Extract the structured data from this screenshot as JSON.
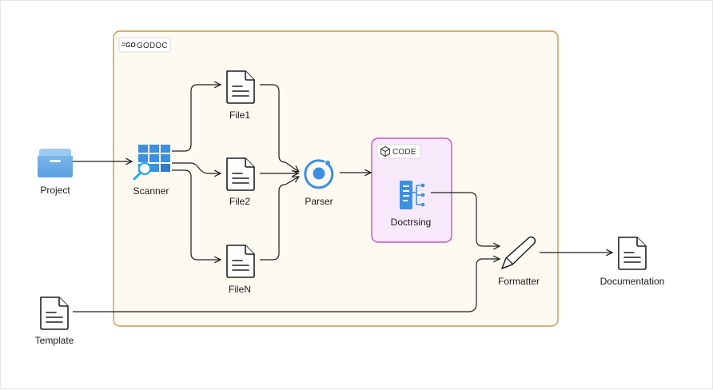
{
  "groups": {
    "godoc": {
      "tag": "GODOC",
      "tag_icon": "go-logo-icon",
      "fill": "#fdfaf2",
      "border": "#c79a4a"
    },
    "code": {
      "tag": "CODE",
      "tag_icon": "cube-icon",
      "fill": "#f7e9f9",
      "border": "#c455cf"
    }
  },
  "nodes": {
    "project": {
      "label": "Project",
      "icon": "folder-icon"
    },
    "template": {
      "label": "Template",
      "icon": "document-icon"
    },
    "scanner": {
      "label": "Scanner",
      "icon": "grid-search-icon"
    },
    "file1": {
      "label": "File1",
      "icon": "document-icon"
    },
    "file2": {
      "label": "File2",
      "icon": "document-icon"
    },
    "fileN": {
      "label": "FileN",
      "icon": "document-icon"
    },
    "parser": {
      "label": "Parser",
      "icon": "ionic-ring-icon"
    },
    "docstring": {
      "label": "Doctrsing",
      "icon": "docstring-icon"
    },
    "formatter": {
      "label": "Formatter",
      "icon": "pen-icon"
    },
    "documentation": {
      "label": "Documentation",
      "icon": "document-icon"
    }
  },
  "edges": [
    {
      "from": "project",
      "to": "scanner"
    },
    {
      "from": "scanner",
      "to": "file1"
    },
    {
      "from": "scanner",
      "to": "file2"
    },
    {
      "from": "scanner",
      "to": "fileN"
    },
    {
      "from": "file1",
      "to": "parser"
    },
    {
      "from": "file2",
      "to": "parser"
    },
    {
      "from": "fileN",
      "to": "parser"
    },
    {
      "from": "parser",
      "to": "code-group"
    },
    {
      "from": "docstring",
      "to": "formatter"
    },
    {
      "from": "template",
      "to": "formatter"
    },
    {
      "from": "formatter",
      "to": "documentation"
    }
  ],
  "colors": {
    "accent_blue": "#3d8fe0",
    "edge": "#1f1f1f"
  }
}
